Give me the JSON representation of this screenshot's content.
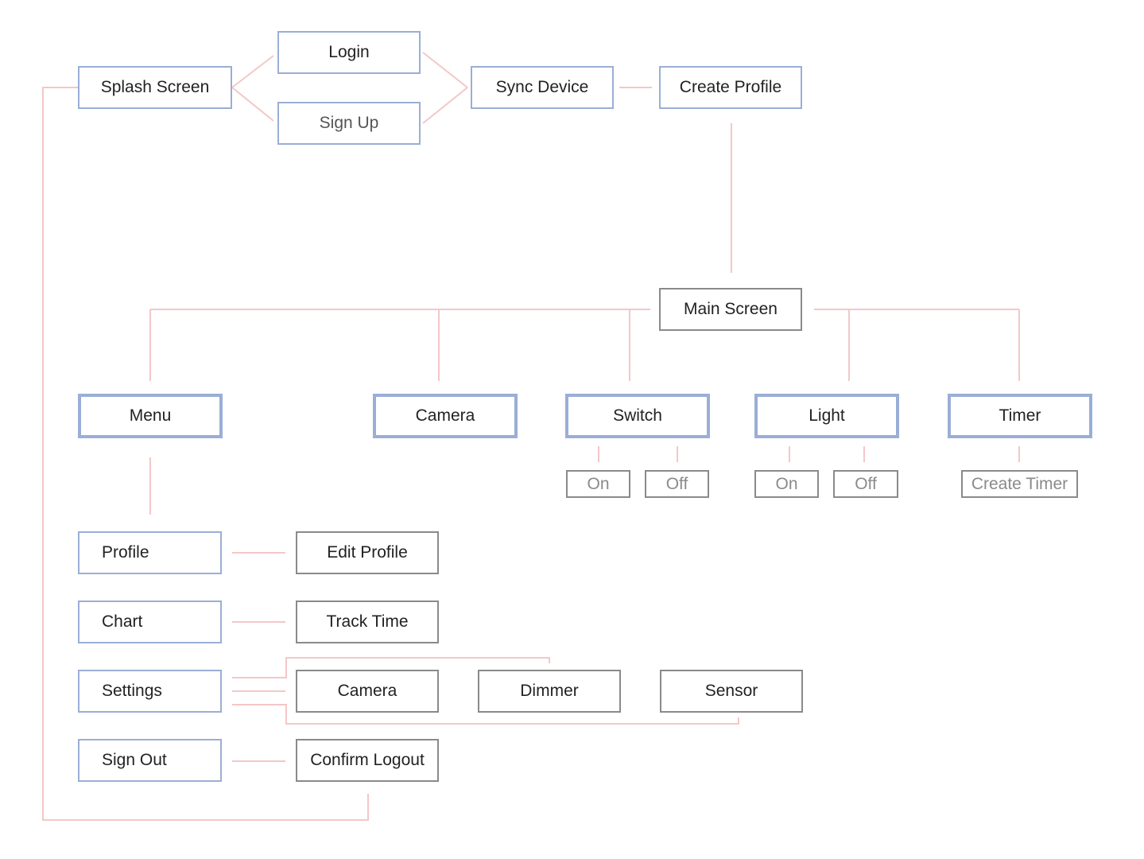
{
  "nodes": {
    "splash_screen": "Splash Screen",
    "login": "Login",
    "sign_up": "Sign Up",
    "sync_device": "Sync Device",
    "create_profile": "Create Profile",
    "main_screen": "Main Screen",
    "menu": "Menu",
    "camera": "Camera",
    "switch": "Switch",
    "light": "Light",
    "timer": "Timer",
    "switch_on": "On",
    "switch_off": "Off",
    "light_on": "On",
    "light_off": "Off",
    "create_timer": "Create Timer",
    "profile": "Profile",
    "edit_profile": "Edit Profile",
    "chart": "Chart",
    "track_time": "Track Time",
    "settings": "Settings",
    "settings_camera": "Camera",
    "dimmer": "Dimmer",
    "sensor": "Sensor",
    "sign_out": "Sign Out",
    "confirm_logout": "Confirm Logout"
  },
  "colors": {
    "node_border_blue": "#9aaed6",
    "node_border_gray": "#8a8a8a",
    "connector_pink": "#f4c7c7",
    "text": "#222222",
    "muted_text": "#8a8a8a"
  }
}
